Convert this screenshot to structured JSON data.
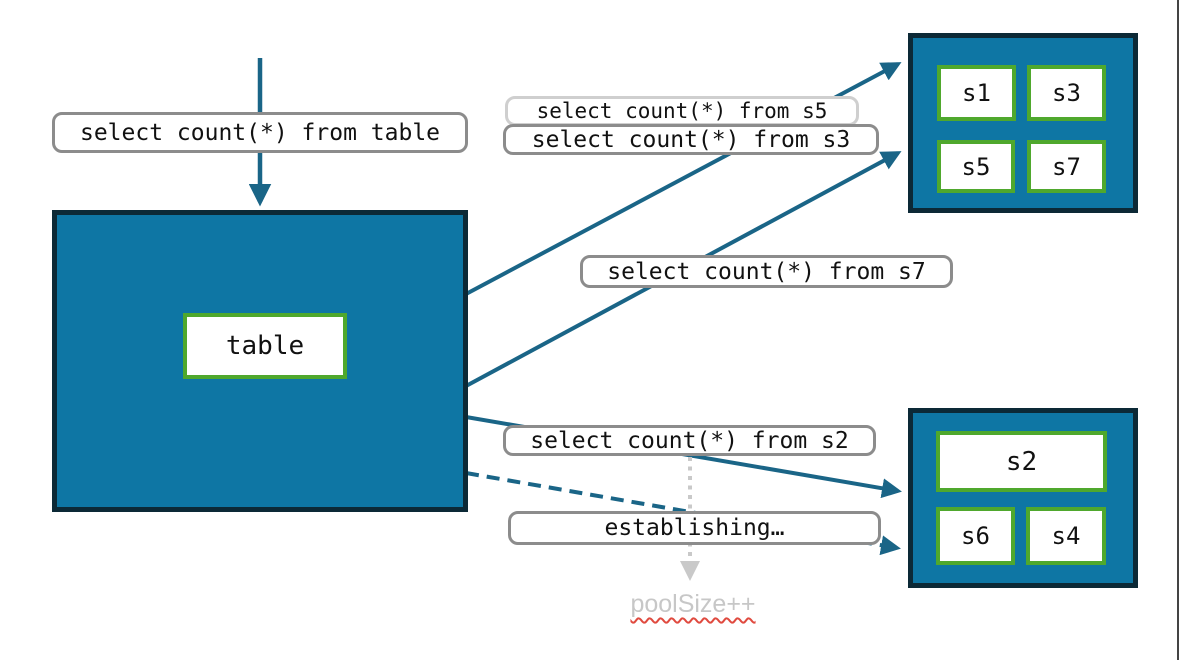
{
  "diagram": {
    "table": {
      "label": "table"
    },
    "queries": {
      "table": "select count(*) from table",
      "s5": "select count(*) from s5",
      "s3": "select count(*) from s3",
      "s7": "select count(*) from s7",
      "s2": "select count(*) from s2"
    },
    "status": {
      "establishing": "establishing…",
      "pool_size": "poolSize++"
    },
    "top_group": {
      "cells": [
        "s1",
        "s3",
        "s5",
        "s7"
      ]
    },
    "bottom_group": {
      "cells": [
        "s2",
        "s6",
        "s4"
      ]
    },
    "colors": {
      "shard_fill": "#0E76A4",
      "shard_border": "#0C2936",
      "cell_border": "#4FA82D",
      "arrow": "#1A6587",
      "label_border": "#8C8C8C",
      "label_border_faded": "#CFCFCF",
      "muted_text": "#C7C7C7",
      "spellcheck_squiggle": "#E04A3F"
    }
  }
}
